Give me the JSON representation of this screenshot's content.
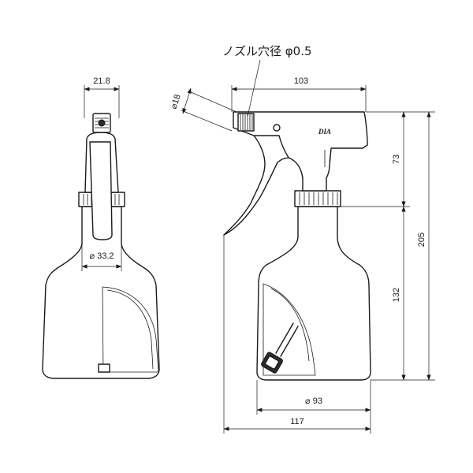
{
  "callout": {
    "nozzle_hole": "ノズル穴径 φ0.5"
  },
  "dimensions": {
    "side_width": "21.8",
    "nozzle_diameter": "18",
    "trigger_length": "103",
    "bottle_diameter": "93",
    "total_depth": "117",
    "head_height": "73",
    "total_height": "205",
    "bottle_height": "132",
    "neck_diameter": "33.2"
  },
  "brand": {
    "logo_text": "DIA"
  },
  "colors": {
    "line": "#1a1a1a",
    "background": "#ffffff"
  }
}
